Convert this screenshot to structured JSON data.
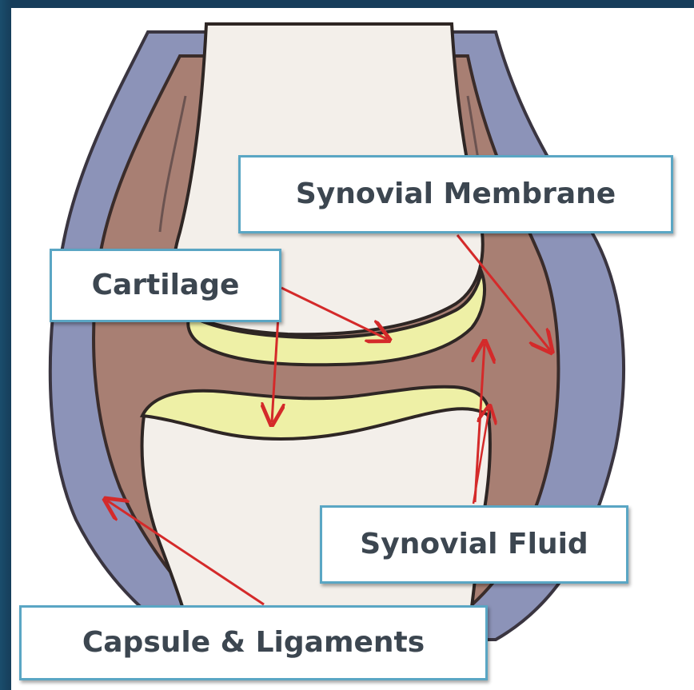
{
  "labels": {
    "synovial_membrane": "Synovial Membrane",
    "cartilage": "Cartilage",
    "synovial_fluid": "Synovial Fluid",
    "capsule_ligaments": "Capsule & Ligaments"
  },
  "colors": {
    "background": "#163d5a",
    "capsule": "#8c93b8",
    "synovial_membrane": "#a87f73",
    "bone": "#f3efea",
    "cartilage": "#eef0a6",
    "arrow": "#d42a2a",
    "label_border": "#5aa6c4"
  }
}
